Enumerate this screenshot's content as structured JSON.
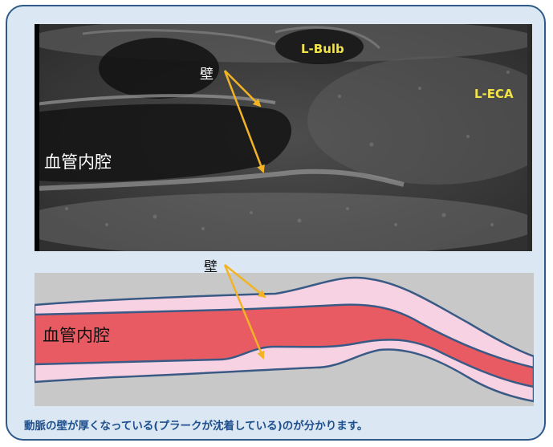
{
  "ultrasound": {
    "wall_label": "壁",
    "lumen_label": "血管内腔",
    "bulb_label": "L-Bulb",
    "eca_label": "L-ECA"
  },
  "schematic": {
    "wall_label": "壁",
    "lumen_label": "血管内腔",
    "colors": {
      "background": "#c8c8c8",
      "wall": "#f7d2e2",
      "lumen": "#e85b63",
      "outline": "#3a5a86"
    }
  },
  "caption": "動脈の壁が厚くなっている(プラークが沈着している)のが分かります。",
  "colors": {
    "frame_fill": "#dbe8f4",
    "frame_border": "#2d5a86",
    "arrow": "#f2b325",
    "label_yellow": "#f1e34a"
  }
}
